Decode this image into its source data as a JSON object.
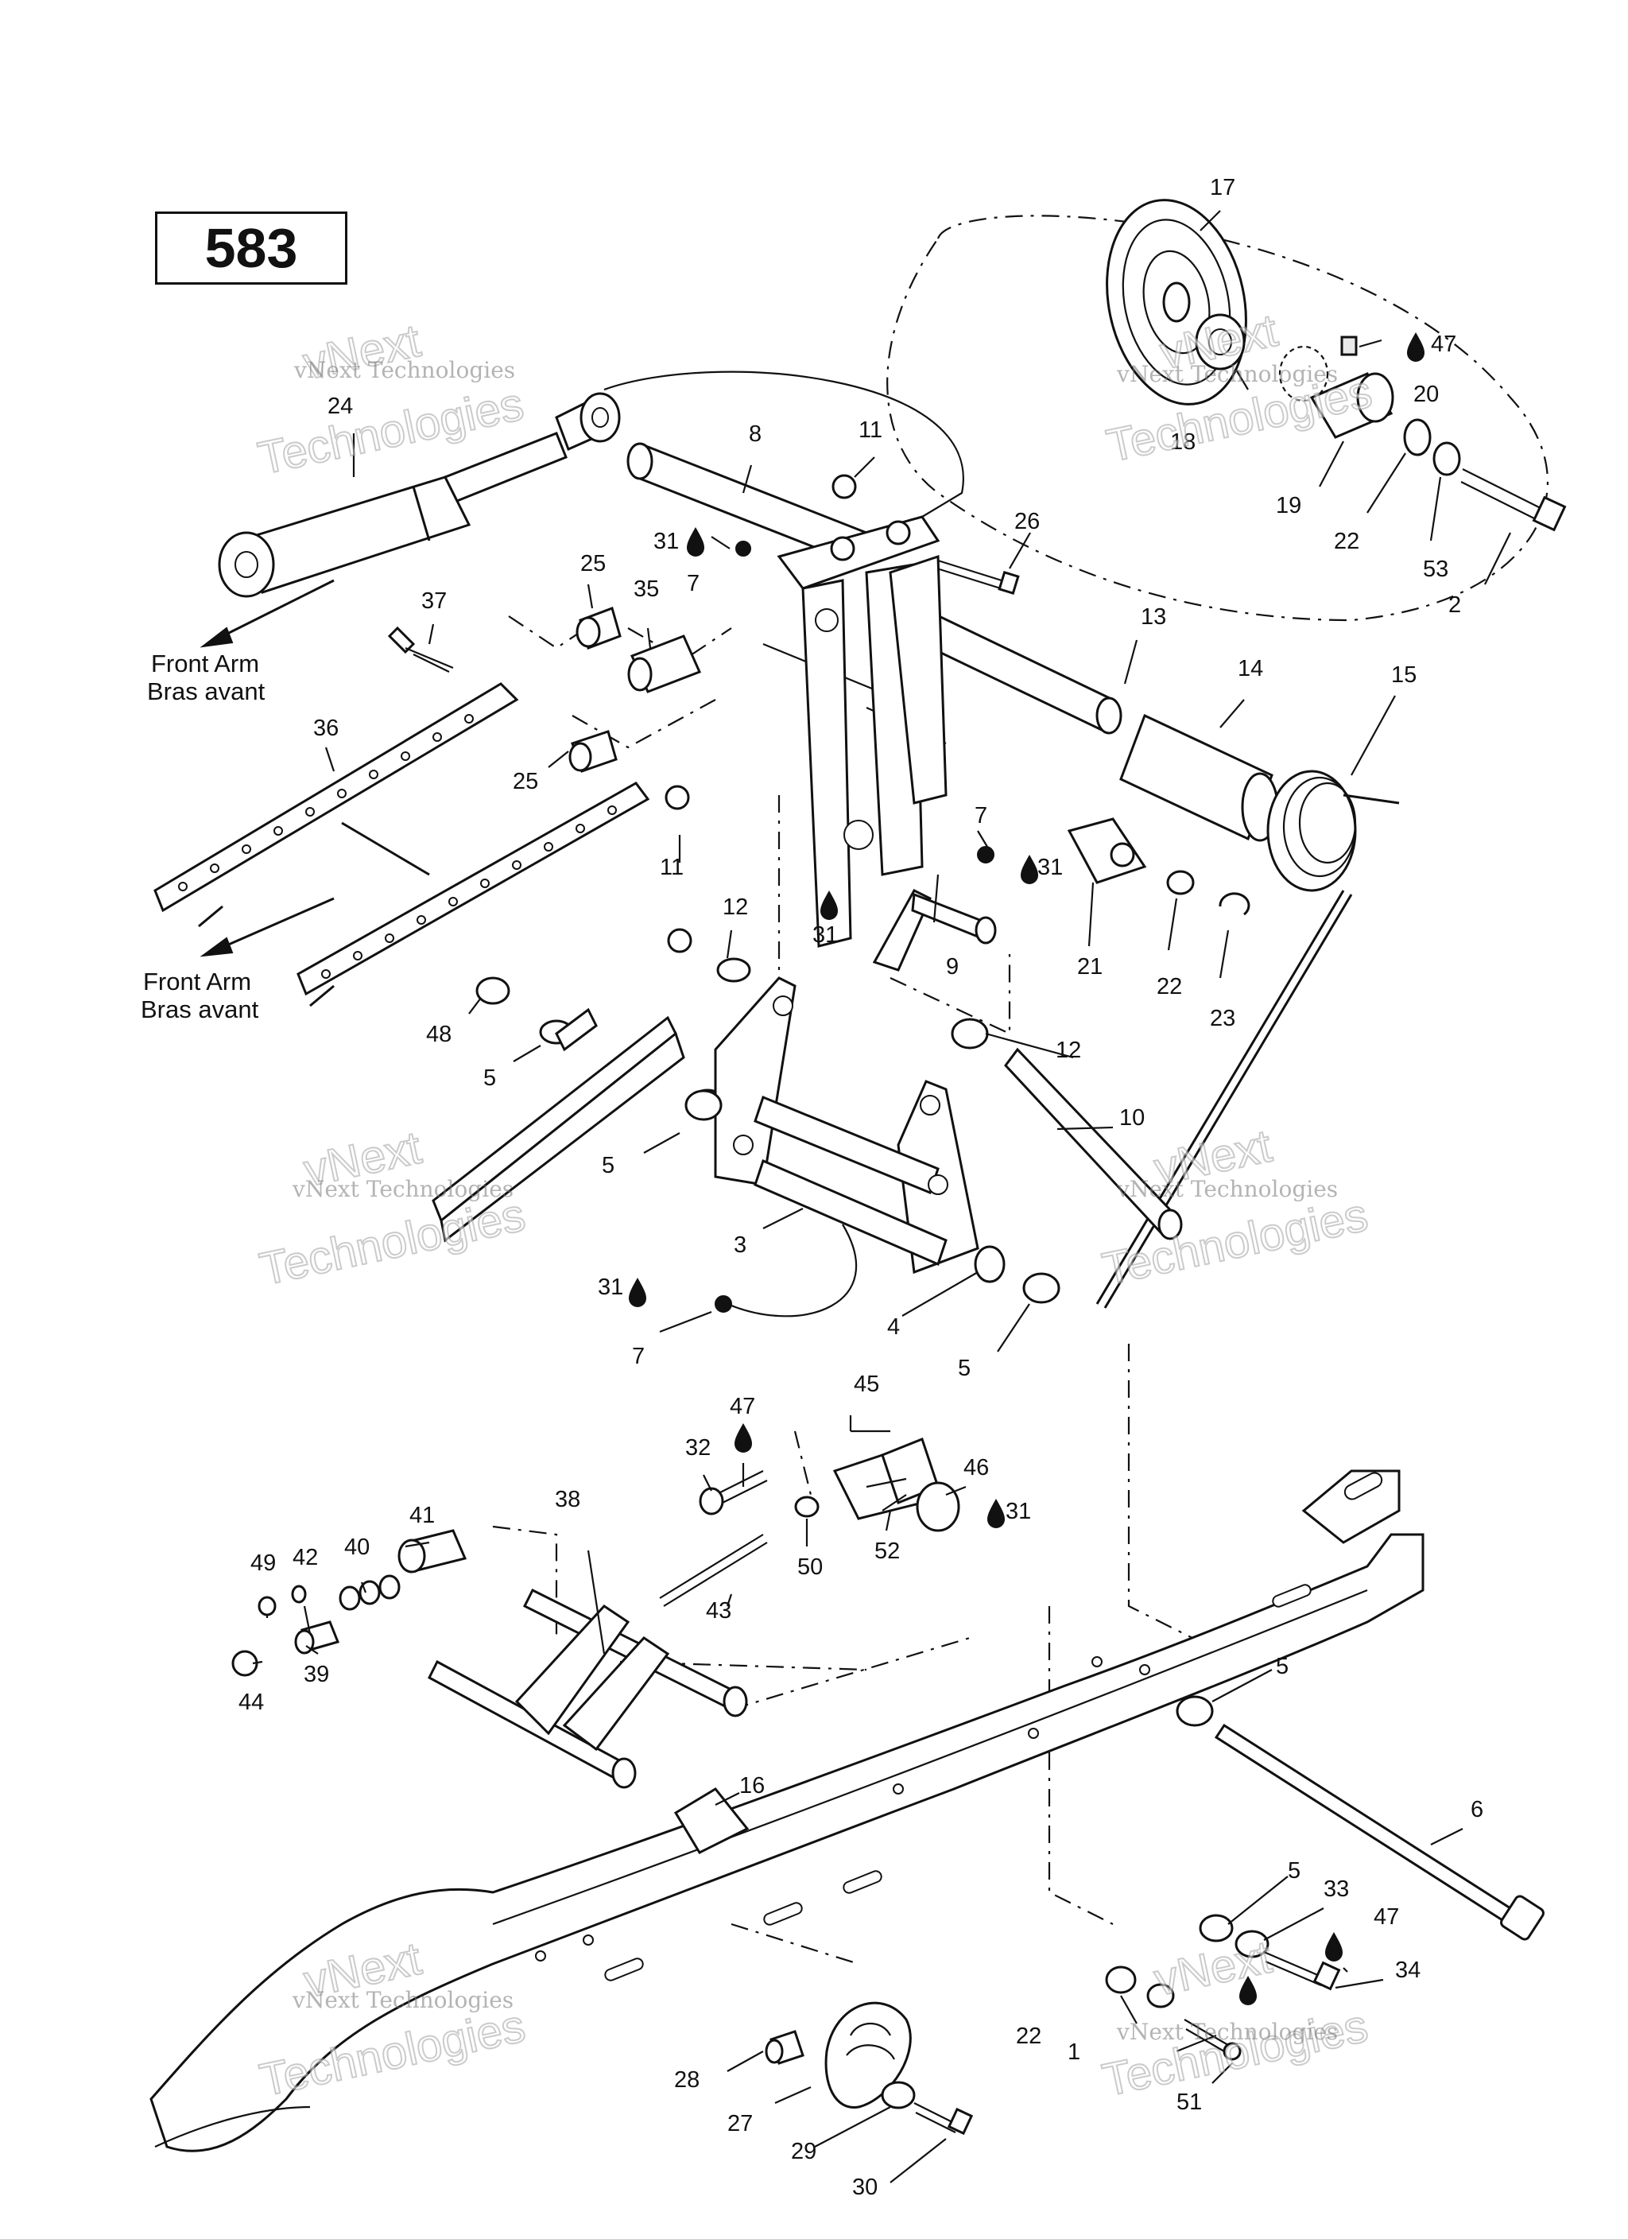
{
  "diagram_number": "583",
  "labels": {
    "front_arm_en": "Front Arm",
    "front_arm_fr": "Bras avant"
  },
  "watermark": {
    "line1": "vNext Technologies",
    "line2a": "vNext",
    "line2b": "Technologies"
  },
  "callouts": [
    "17",
    "47",
    "20",
    "18",
    "19",
    "22",
    "53",
    "2",
    "24",
    "8",
    "11",
    "26",
    "31",
    "7",
    "25",
    "35",
    "37",
    "13",
    "14",
    "15",
    "36",
    "25",
    "11",
    "12",
    "7",
    "31",
    "31",
    "9",
    "21",
    "22",
    "23",
    "48",
    "5",
    "5",
    "12",
    "10",
    "3",
    "31",
    "7",
    "4",
    "5",
    "47",
    "45",
    "46",
    "32",
    "31",
    "38",
    "41",
    "40",
    "42",
    "49",
    "50",
    "52",
    "43",
    "39",
    "44",
    "5",
    "16",
    "6",
    "5",
    "33",
    "47",
    "34",
    "22",
    "1",
    "51",
    "28",
    "27",
    "29",
    "30"
  ]
}
